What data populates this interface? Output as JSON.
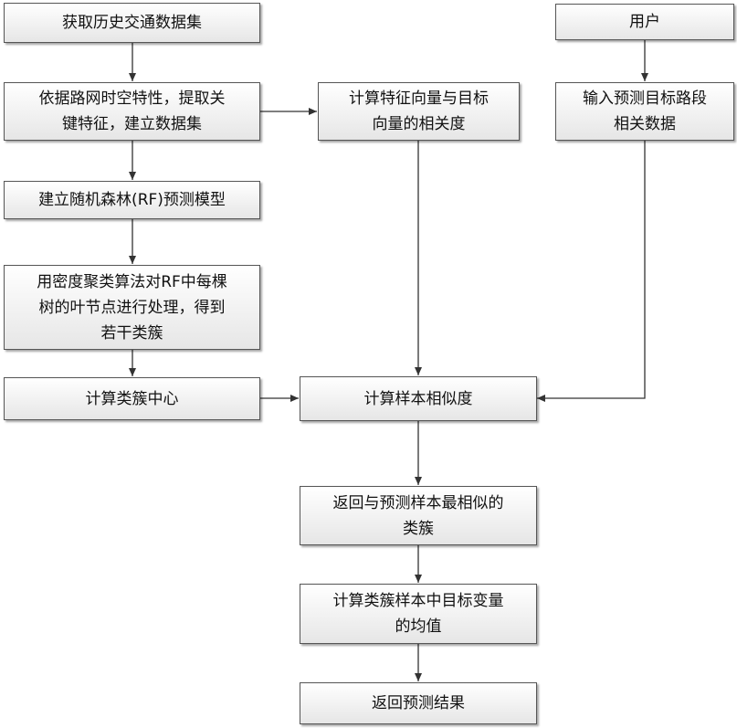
{
  "nodes": {
    "get_history_data": "获取历史交通数据集",
    "extract_features": "依据路网时空特性，提取关\n键特征，建立数据集",
    "build_rf_model": "建立随机森林(RF)预测模型",
    "density_clustering": "用密度聚类算法对RF中每棵\n树的叶节点进行处理，得到\n若干类簇",
    "cluster_centers": "计算类簇中心",
    "feature_correlation": "计算特征向量与目标\n向量的相关度",
    "user": "用户",
    "input_target_road": "输入预测目标路段\n相关数据",
    "sample_similarity": "计算样本相似度",
    "most_similar_cluster": "返回与预测样本最相似的\n类簇",
    "cluster_mean": "计算类簇样本中目标变量\n的均值",
    "return_result": "返回预测结果"
  },
  "edges": [
    {
      "from": "get_history_data",
      "to": "extract_features"
    },
    {
      "from": "extract_features",
      "to": "build_rf_model"
    },
    {
      "from": "build_rf_model",
      "to": "density_clustering"
    },
    {
      "from": "density_clustering",
      "to": "cluster_centers"
    },
    {
      "from": "extract_features",
      "to": "feature_correlation"
    },
    {
      "from": "user",
      "to": "input_target_road"
    },
    {
      "from": "cluster_centers",
      "to": "sample_similarity"
    },
    {
      "from": "feature_correlation",
      "to": "sample_similarity"
    },
    {
      "from": "input_target_road",
      "to": "sample_similarity"
    },
    {
      "from": "sample_similarity",
      "to": "most_similar_cluster"
    },
    {
      "from": "most_similar_cluster",
      "to": "cluster_mean"
    },
    {
      "from": "cluster_mean",
      "to": "return_result"
    }
  ],
  "colors": {
    "border": "#555555",
    "line": "#333333",
    "text": "#111111"
  }
}
